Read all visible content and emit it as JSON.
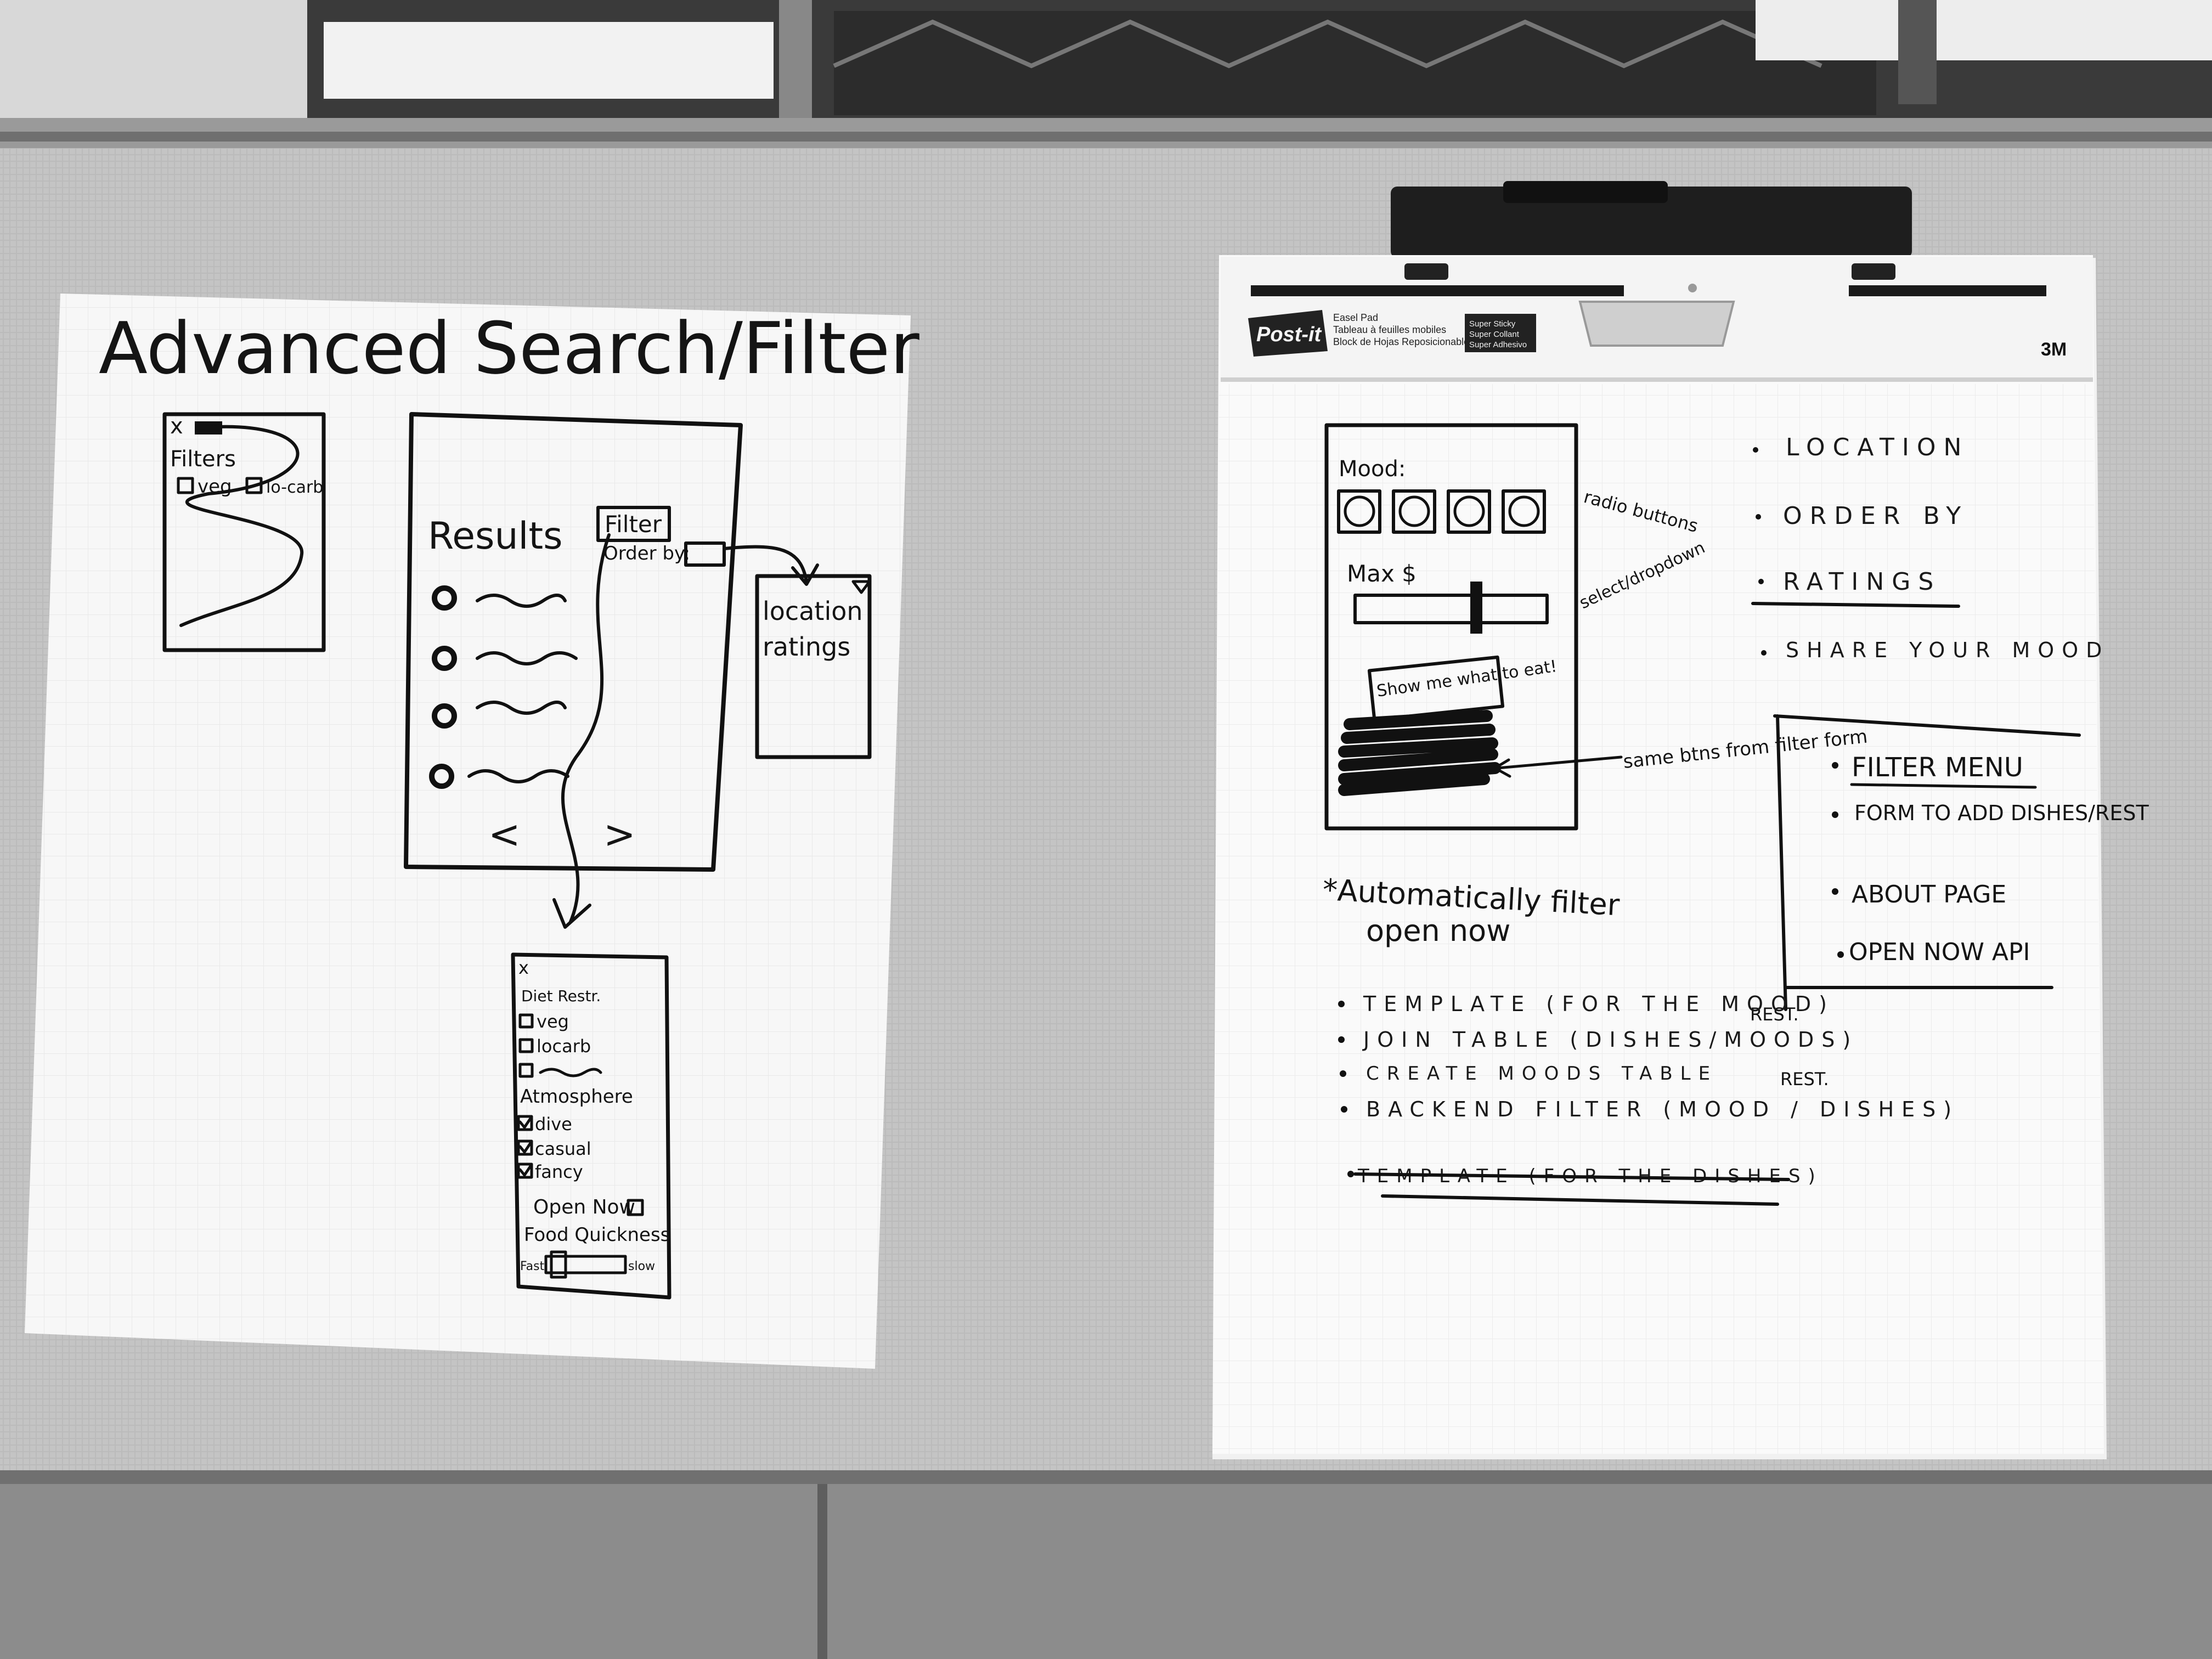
{
  "left_sheet": {
    "title": "Advanced Search/Filter",
    "small_mock": {
      "close": "x",
      "heading": "Filters",
      "options": [
        "veg",
        "lo-carb"
      ]
    },
    "results_mock": {
      "heading": "Results",
      "filter_button": "Filter",
      "order_by": "Order by:",
      "prev": "<",
      "next": ">",
      "dropdown_options": [
        "location",
        "ratings"
      ]
    },
    "filter_mock": {
      "close": "x",
      "diet_heading": "Diet Restr.",
      "diet_options": [
        "veg",
        "locarb"
      ],
      "atmosphere_heading": "Atmosphere",
      "atmosphere_options": [
        "dive",
        "casual",
        "fancy"
      ],
      "open_now": "Open Now",
      "quickness_heading": "Food Quickness",
      "slider_min": "Fast",
      "slider_max": "slow"
    }
  },
  "right_sheet": {
    "pad_label": {
      "brand": "Post-it",
      "line1": "Easel Pad",
      "line2": "Tableau à feuilles mobiles",
      "line3": "Block de Hojas Reposicionables",
      "sticky1": "Super Sticky",
      "sticky2": "Super Collant",
      "sticky3": "Super Adhesivo",
      "maker": "3M"
    },
    "mock": {
      "mood_label": "Mood:",
      "max_label": "Max $",
      "button": "Show me what to eat!"
    },
    "annotations": {
      "radio": "radio buttons",
      "select": "select/dropdown",
      "same_btns": "same btns from filter form"
    },
    "right_list": [
      "LOCATION",
      "ORDER BY",
      "RATINGS",
      "SHARE YOUR MOOD"
    ],
    "box_list": [
      "FILTER MENU",
      "FORM TO ADD DISHES/REST",
      "ABOUT PAGE",
      "OPEN NOW API"
    ],
    "star_note_line1": "*Automatically filter",
    "star_note_line2": "open now",
    "todo_items": [
      "TEMPLATE (FOR THE MOOD)",
      "JOIN TABLE (DISHES/MOODS)",
      "CREATE MOODS TABLE",
      "BACKEND FILTER (MOOD / DISHES)"
    ],
    "rest_note_1": "REST.",
    "rest_note_2": "REST.",
    "struck_item": "TEMPLATE (FOR THE DISHES)"
  }
}
